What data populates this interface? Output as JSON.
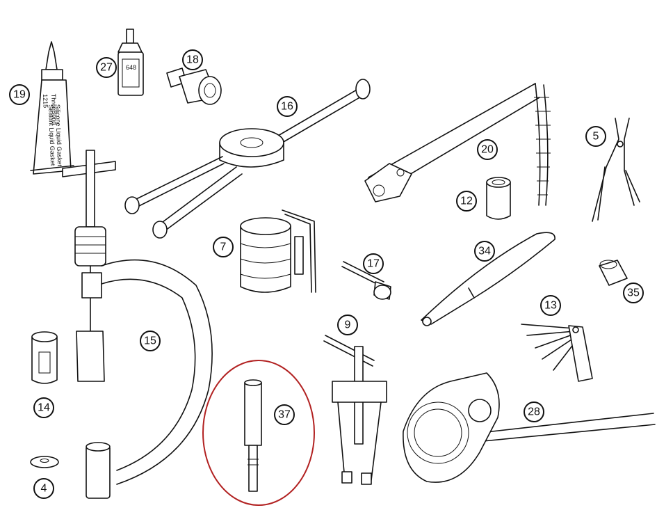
{
  "parts": [
    {
      "id": "p19",
      "label": "19",
      "name": "threadlocker-tube"
    },
    {
      "id": "p27",
      "label": "27",
      "name": "loctite-bottle"
    },
    {
      "id": "p18",
      "label": "18",
      "name": "flywheel-puller"
    },
    {
      "id": "p16",
      "label": "16",
      "name": "bearing-puller-plate"
    },
    {
      "id": "p20",
      "label": "20",
      "name": "chain-holder-wrench"
    },
    {
      "id": "p5",
      "label": "5",
      "name": "circlip-pliers"
    },
    {
      "id": "p12",
      "label": "12",
      "name": "bushing-sleeve"
    },
    {
      "id": "p7",
      "label": "7",
      "name": "piston-ring-compressor"
    },
    {
      "id": "p17",
      "label": "17",
      "name": "valve-tool"
    },
    {
      "id": "p34",
      "label": "34",
      "name": "lever-tool"
    },
    {
      "id": "p35",
      "label": "35",
      "name": "nut-socket"
    },
    {
      "id": "p13",
      "label": "13",
      "name": "feeler-gauge"
    },
    {
      "id": "p15",
      "label": "15",
      "name": "valve-spring-compressor"
    },
    {
      "id": "p9",
      "label": "9",
      "name": "gear-puller"
    },
    {
      "id": "p14",
      "label": "14",
      "name": "valve-spring-adapter"
    },
    {
      "id": "p37",
      "label": "37",
      "name": "drift-punch"
    },
    {
      "id": "p28",
      "label": "28",
      "name": "clutch-holder"
    },
    {
      "id": "p4",
      "label": "4",
      "name": "washer"
    }
  ],
  "tube_text": {
    "brand": "ThreeBond",
    "code": "1215",
    "line1": "Silicone Liquid Gasket",
    "line2": "Sealant Liquid Gasket"
  },
  "bottle_text": "648",
  "highlight": {
    "color": "#b22222",
    "target": "37"
  }
}
